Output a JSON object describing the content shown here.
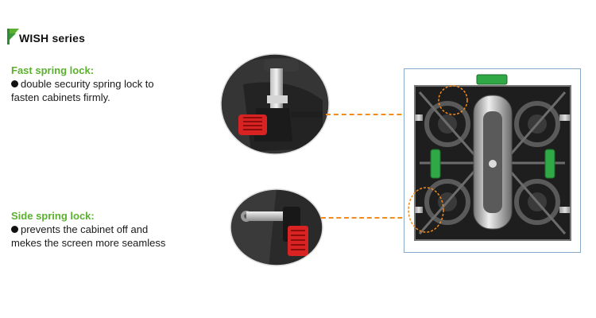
{
  "header": {
    "series_title": "WISH series",
    "logo_icon": "green-flag-logo",
    "brand_color": "#5bb02f"
  },
  "features": [
    {
      "title": "Fast spring lock:",
      "bullet_icon": "filled-circle-bullet",
      "lines": [
        "double security spring lock to",
        "fasten cabinets firmly."
      ]
    },
    {
      "title": "Side spring lock:",
      "bullet_icon": "filled-circle-bullet",
      "lines": [
        "prevents the cabinet off and",
        "mekes the screen more seamless"
      ]
    }
  ],
  "callout_color": "#f28c1c",
  "images": {
    "fast_lock_photo": "spring-lock-closeup-round",
    "side_lock_photo": "side-lock-closeup-round",
    "cabinet_photo": "led-cabinet-rear-view"
  }
}
